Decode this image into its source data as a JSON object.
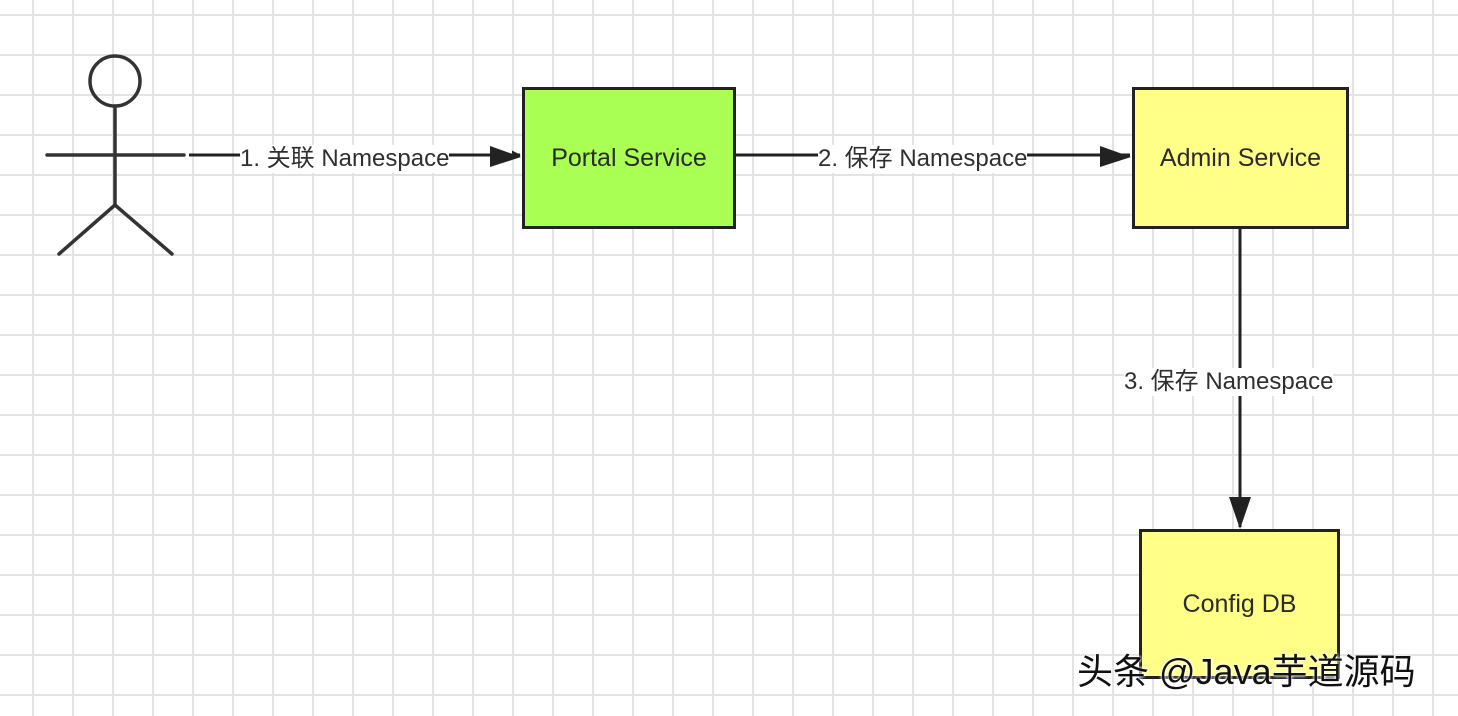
{
  "nodes": {
    "portal": {
      "label": "Portal Service",
      "fill": "#aaff55"
    },
    "admin": {
      "label": "Admin Service",
      "fill": "#ffff88"
    },
    "db": {
      "label": "Config DB",
      "fill": "#ffff88"
    }
  },
  "edges": {
    "associate": {
      "label": "1. 关联 Namespace"
    },
    "save_admin": {
      "label": "2. 保存 Namespace"
    },
    "save_db": {
      "label": "3. 保存 Namespace"
    }
  },
  "actor": {
    "kind": "stick-figure-icon"
  },
  "watermark": {
    "text": "头条 @Java芋道源码"
  },
  "colors": {
    "stroke": "#222222",
    "grid": "#e3e3e3",
    "background": "#ffffff"
  }
}
